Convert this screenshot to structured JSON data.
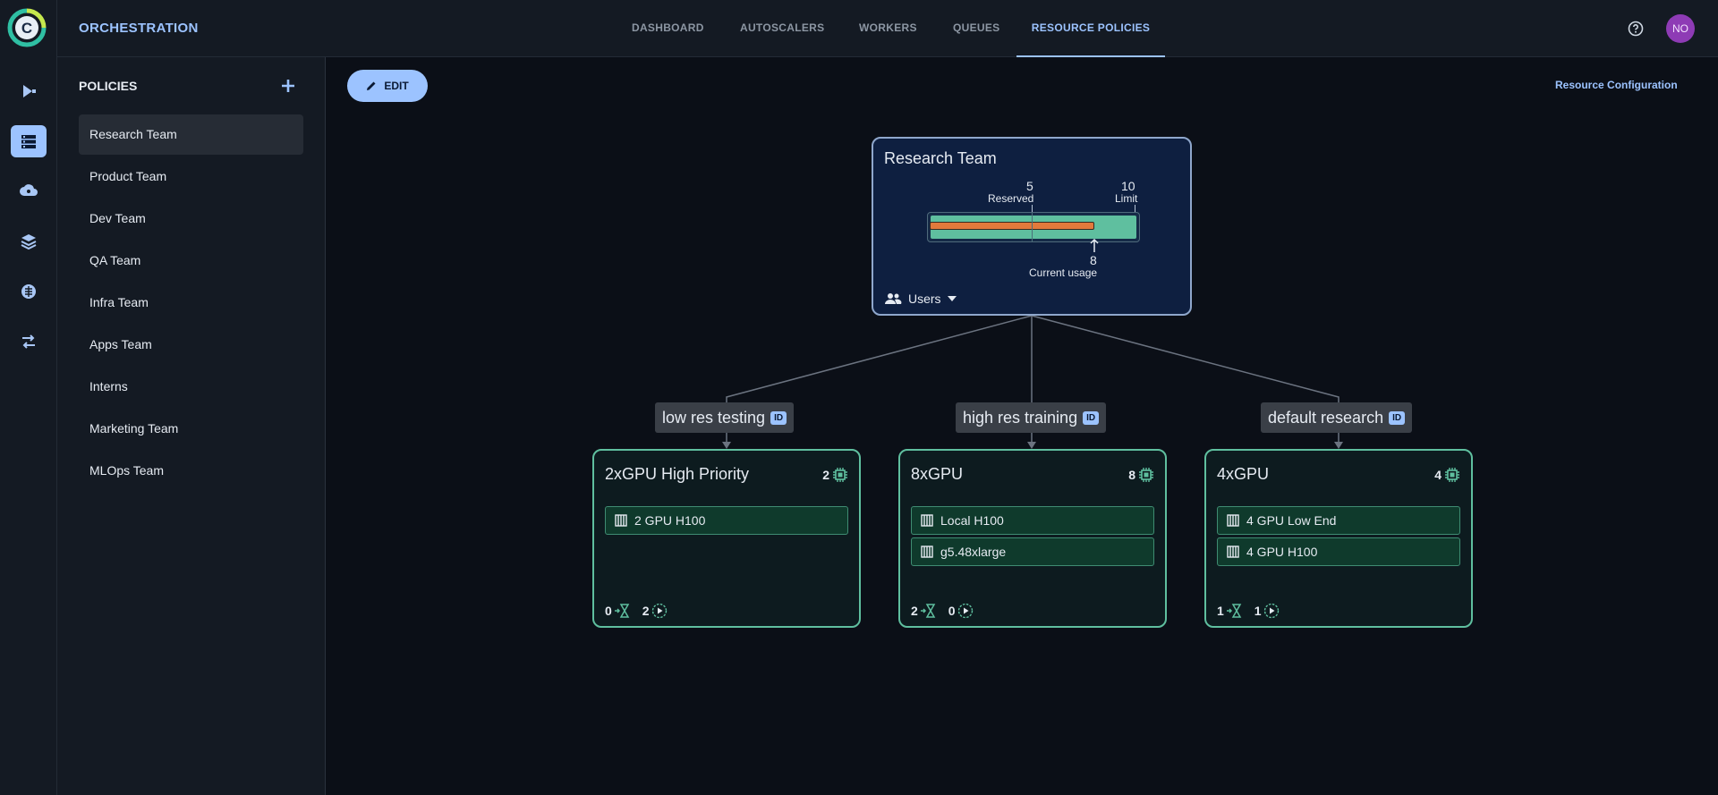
{
  "app": {
    "title": "ORCHESTRATION",
    "logo_letter": "C"
  },
  "nav_tabs": [
    "DASHBOARD",
    "AUTOSCALERS",
    "WORKERS",
    "QUEUES",
    "RESOURCE POLICIES"
  ],
  "active_tab": "RESOURCE POLICIES",
  "user": {
    "initials": "NO"
  },
  "rail_icons": [
    "projects-icon",
    "orchestration-icon",
    "cloud-icon",
    "datasets-icon",
    "models-icon",
    "pipelines-icon"
  ],
  "policies": {
    "title": "POLICIES",
    "items": [
      "Research Team",
      "Product Team",
      "Dev Team",
      "QA Team",
      "Infra Team",
      "Apps Team",
      "Interns",
      "Marketing Team",
      "MLOps Team"
    ],
    "active": "Research Team"
  },
  "main": {
    "edit_label": "EDIT",
    "resource_config_label": "Resource Configuration"
  },
  "policy_node": {
    "name": "Research Team",
    "reserved": "5",
    "reserved_label": "Reserved",
    "limit": "10",
    "limit_label": "Limit",
    "usage": "8",
    "usage_label": "Current usage",
    "users_label": "Users",
    "usage_fraction": 0.8
  },
  "queues": [
    {
      "name": "low res testing",
      "badge": "ID"
    },
    {
      "name": "high res training",
      "badge": "ID"
    },
    {
      "name": "default research",
      "badge": "ID"
    }
  ],
  "pools": [
    {
      "name": "2xGPU High Priority",
      "gpus": "2",
      "resources": [
        "2 GPU H100"
      ],
      "queued": "0",
      "running": "2"
    },
    {
      "name": "8xGPU",
      "gpus": "8",
      "resources": [
        "Local H100",
        "g5.48xlarge"
      ],
      "queued": "2",
      "running": "0"
    },
    {
      "name": "4xGPU",
      "gpus": "4",
      "resources": [
        "4 GPU Low End",
        "4 GPU H100"
      ],
      "queued": "1",
      "running": "1"
    }
  ],
  "colors": {
    "accent": "#9cc3ff",
    "pool_border": "#5fbf9f",
    "usage_bar": "#e27a3c",
    "reserved_fill": "#5fbf9f"
  }
}
